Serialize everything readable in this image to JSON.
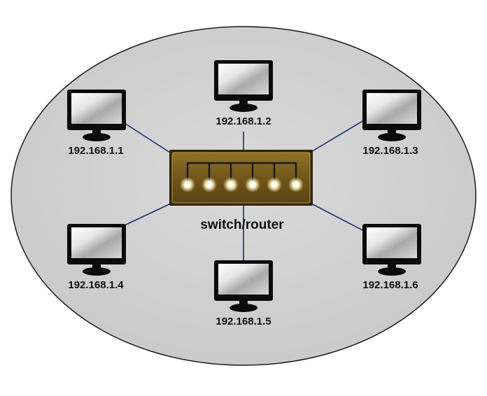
{
  "diagram": {
    "colors": {
      "background_ellipse": "#d3d3d3",
      "ellipse_stroke": "#1b1b1b",
      "connection_line": "#1c2d73",
      "switch_body": "#7a5f1c",
      "switch_frame": "#3e3010",
      "port_light": "#fff6c8",
      "monitor_frame": "#0b0b0b"
    },
    "switch": {
      "label": "switch/router",
      "icon": "network-switch-icon",
      "port_count": 6
    },
    "computers": [
      {
        "ip": "192.168.1.1",
        "icon": "monitor-icon"
      },
      {
        "ip": "192.168.1.2",
        "icon": "monitor-icon"
      },
      {
        "ip": "192.168.1.3",
        "icon": "monitor-icon"
      },
      {
        "ip": "192.168.1.4",
        "icon": "monitor-icon"
      },
      {
        "ip": "192.168.1.5",
        "icon": "monitor-icon"
      },
      {
        "ip": "192.168.1.6",
        "icon": "monitor-icon"
      }
    ]
  }
}
